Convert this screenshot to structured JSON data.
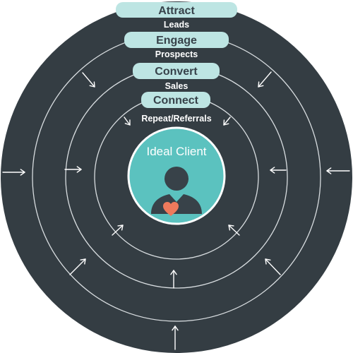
{
  "rings": [
    {
      "label": "Attract",
      "sublabel": "Leads"
    },
    {
      "label": "Engage",
      "sublabel": "Prospects"
    },
    {
      "label": "Convert",
      "sublabel": "Sales"
    },
    {
      "label": "Connect",
      "sublabel": "Repeat/Referrals"
    }
  ],
  "center": {
    "label": "Ideal Client"
  },
  "colors": {
    "background": "#343d43",
    "ring_line": "#d8dde0",
    "pill": "#bde5e3",
    "pill_text": "#37424a",
    "center_fill": "#5bc2bf",
    "silhouette": "#384249",
    "heart": "#ee7a5c",
    "arrow": "#ffffff"
  },
  "icons": {
    "person": "person-silhouette-icon",
    "heart": "heart-icon",
    "arrow": "arrow-icon"
  }
}
